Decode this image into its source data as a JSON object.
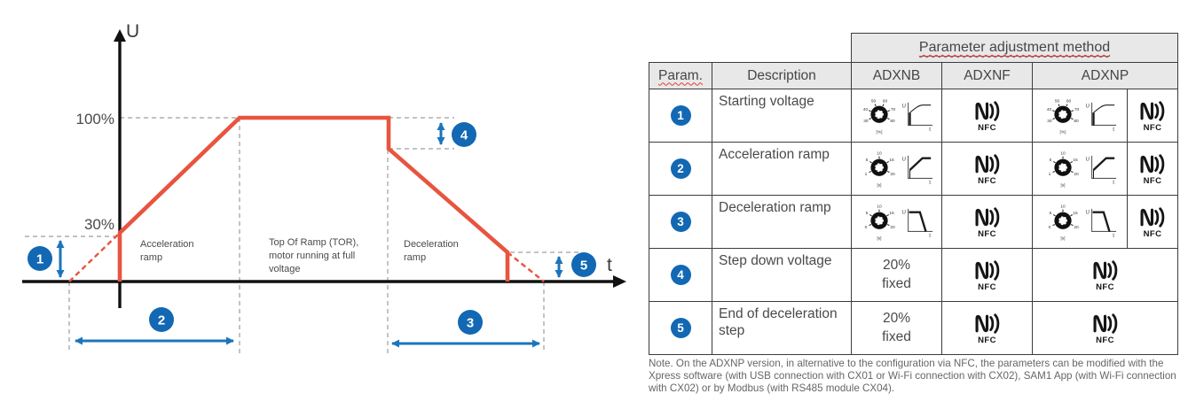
{
  "diagram": {
    "y_axis_label": "U",
    "x_axis_label": "t",
    "level_100": "100%",
    "level_30": "30%",
    "marker_labels": [
      "1",
      "2",
      "3",
      "4",
      "5"
    ],
    "labels": {
      "accel": [
        "Acceleration",
        "ramp"
      ],
      "tor": [
        "Top Of Ramp (TOR),",
        "motor running at full",
        "voltage"
      ],
      "decel": [
        "Deceleration",
        "ramp"
      ]
    }
  },
  "table": {
    "span_header": "Parameter adjustment method",
    "columns": [
      "Param.",
      "Description",
      "ADXNB",
      "ADXNF",
      "ADXNP"
    ],
    "nfc_label": "NFC",
    "rows": [
      {
        "param": "1",
        "description": "Starting voltage",
        "cells": [
          {
            "kind": "knob_chart",
            "knob": {
              "scale": [
                "30",
                "40",
                "50",
                "60",
                "70",
                "80"
              ],
              "unit": "[%]"
            },
            "chart": "start"
          },
          {
            "kind": "nfc"
          },
          {
            "kind": "knob_chart",
            "knob": {
              "scale": [
                "30",
                "40",
                "50",
                "60",
                "70",
                "80"
              ],
              "unit": "[%]"
            },
            "chart": "start"
          },
          {
            "kind": "nfc"
          }
        ]
      },
      {
        "param": "2",
        "description": "Acceleration ramp",
        "cells": [
          {
            "kind": "knob_chart",
            "knob": {
              "scale": [
                "1",
                "5",
                "10",
                "15",
                "20"
              ],
              "unit": "[s]"
            },
            "chart": "accel"
          },
          {
            "kind": "nfc"
          },
          {
            "kind": "knob_chart",
            "knob": {
              "scale": [
                "1",
                "5",
                "10",
                "15",
                "20"
              ],
              "unit": "[s]"
            },
            "chart": "accel"
          },
          {
            "kind": "nfc"
          }
        ]
      },
      {
        "param": "3",
        "description": "Deceleration ramp",
        "cells": [
          {
            "kind": "knob_chart",
            "knob": {
              "scale": [
                "0",
                "5",
                "10",
                "15",
                "20"
              ],
              "unit": "[s]"
            },
            "chart": "decel"
          },
          {
            "kind": "nfc"
          },
          {
            "kind": "knob_chart",
            "knob": {
              "scale": [
                "0",
                "5",
                "10",
                "15",
                "20"
              ],
              "unit": "[s]"
            },
            "chart": "decel"
          },
          {
            "kind": "nfc"
          }
        ]
      },
      {
        "param": "4",
        "description": "Step down voltage",
        "cells": [
          {
            "kind": "text",
            "value": "20%\nfixed"
          },
          {
            "kind": "nfc"
          },
          {
            "kind": "nfc",
            "colspan": 2
          }
        ]
      },
      {
        "param": "5",
        "description": "End of deceleration step",
        "cells": [
          {
            "kind": "text",
            "value": "20%\nfixed"
          },
          {
            "kind": "nfc"
          },
          {
            "kind": "nfc",
            "colspan": 2
          }
        ]
      }
    ],
    "note": "Note. On the ADXNP version, in alternative to the configuration via NFC, the parameters can be modified with the Xpress software (with USB connection with CX01 or Wi-Fi connection with CX02), SAM1 App (with Wi-Fi connection with CX02) or by Modbus (with RS485 module CX04)."
  },
  "colors": {
    "ramp_red": "#e8543f",
    "marker_blue": "#1268b3",
    "arrow_blue": "#1b75bc",
    "dash_gray": "#9e9e9e",
    "axis_black": "#111111",
    "header_bg": "#e8e8e8",
    "table_border": "#3c3c3c",
    "text_dark": "#474747",
    "note_gray": "#666666",
    "squiggle_red": "#e04038"
  }
}
